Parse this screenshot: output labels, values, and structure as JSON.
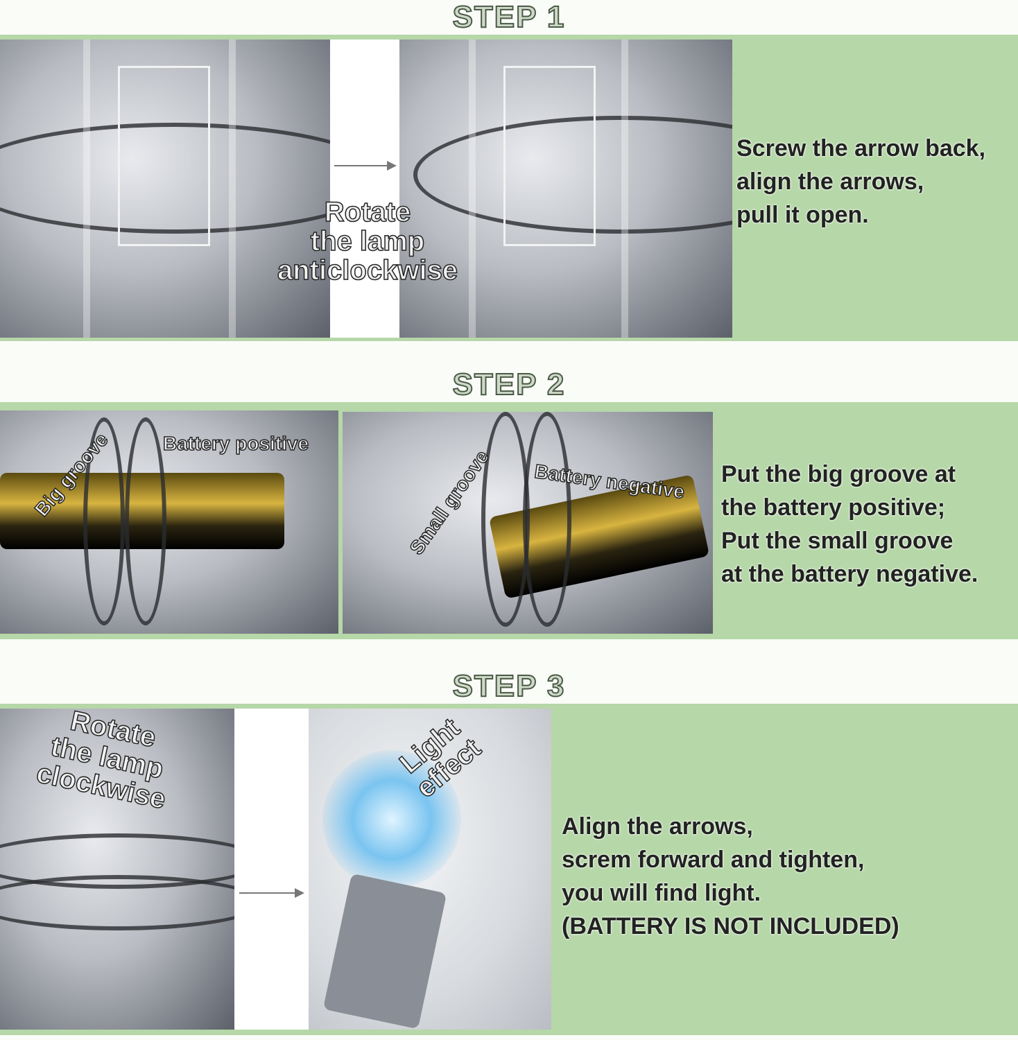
{
  "steps": [
    {
      "title": "STEP 1",
      "description": [
        "Screw the arrow back,",
        "align the arrows,",
        "pull it open."
      ],
      "overlay": [
        "Rotate",
        "the lamp",
        "anticlockwise"
      ]
    },
    {
      "title": "STEP 2",
      "description": [
        "Put the big groove at",
        "the battery positive;",
        "Put the small groove",
        "at the battery negative."
      ],
      "overlay": {
        "big_groove": "Big groove",
        "battery_positive": "Battery positive",
        "small_groove": "Small groove",
        "battery_negative": "Battery negative"
      }
    },
    {
      "title": "STEP 3",
      "description": [
        "Align the arrows,",
        "screm forward and tighten,",
        "you will find light.",
        "(BATTERY IS NOT INCLUDED)"
      ],
      "overlay": {
        "rotate": [
          "Rotate",
          "the lamp",
          "clockwise"
        ],
        "light": [
          "Light",
          "effect"
        ]
      }
    }
  ],
  "colors": {
    "band": "#b6d7a8",
    "title_fill": "#cfd9c9"
  }
}
